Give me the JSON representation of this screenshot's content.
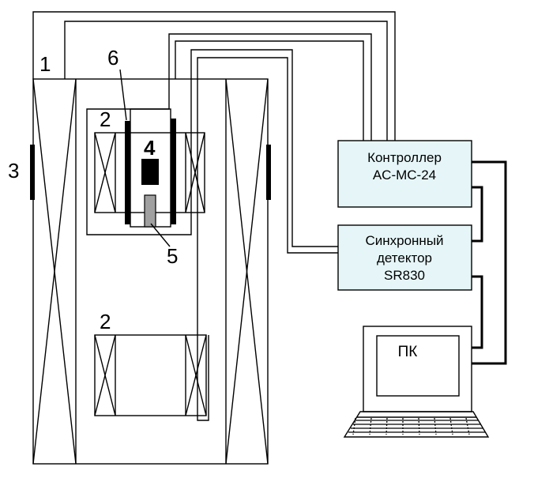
{
  "labels": {
    "n1": "1",
    "n2_top": "2",
    "n2_bottom": "2",
    "n3": "3",
    "n4": "4",
    "n5": "5",
    "n6": "6"
  },
  "controller": {
    "line1": "Контроллер",
    "line2": "AC-MC-24"
  },
  "detector": {
    "line1": "Синхронный",
    "line2": "детектор",
    "line3": "SR830"
  },
  "pc": {
    "label": "ПК"
  },
  "colors": {
    "box_fill": "#e6f6f8",
    "stroke": "#000000",
    "sample": "#000000",
    "holder": "#a0a0a0"
  }
}
